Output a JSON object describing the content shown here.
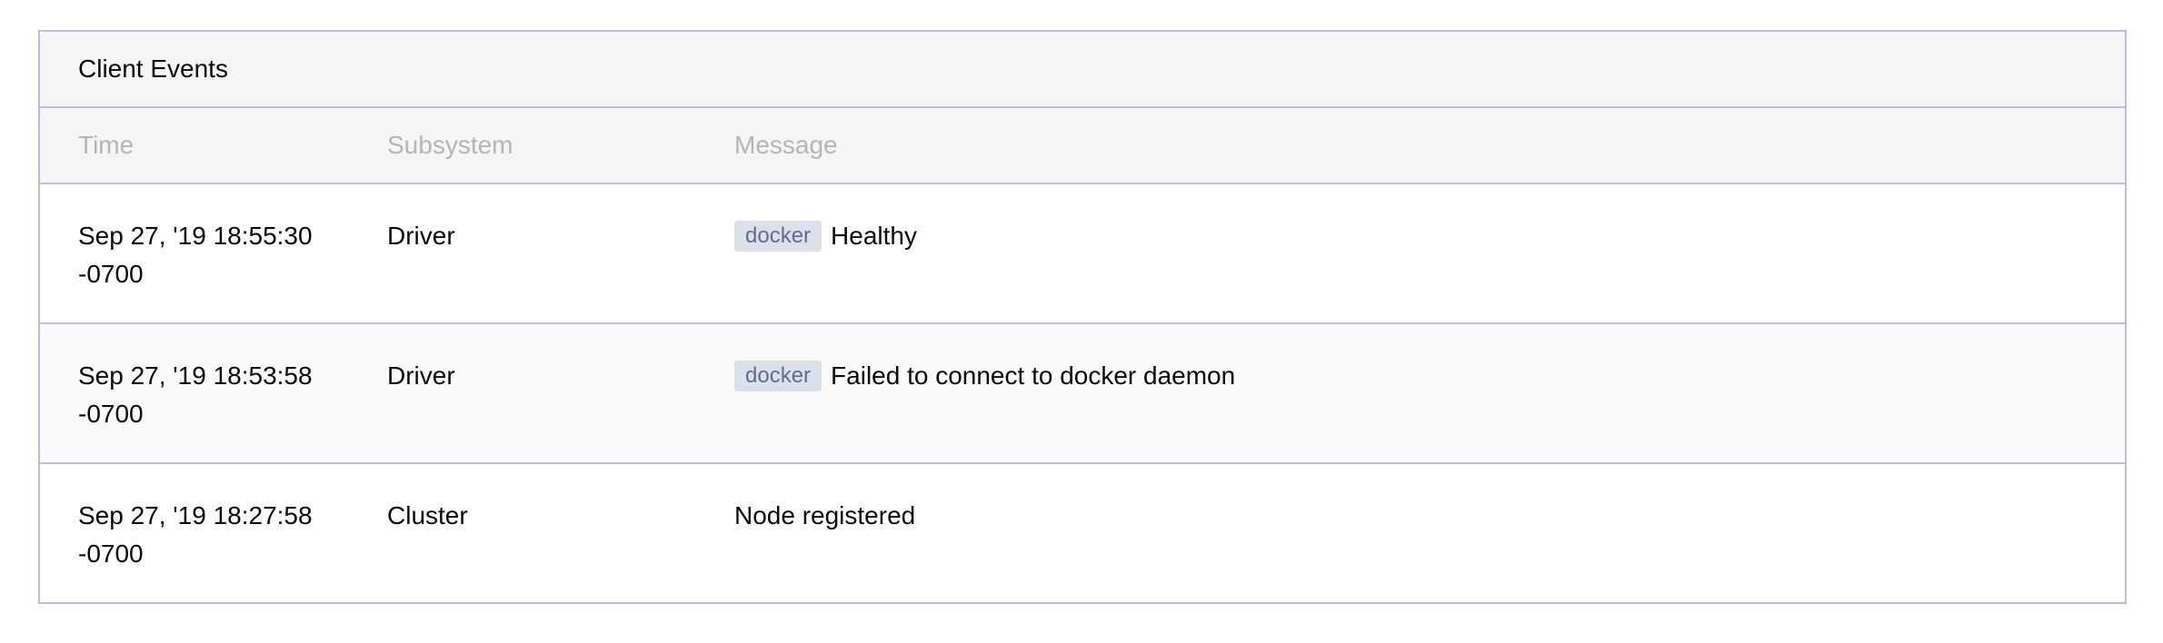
{
  "panel": {
    "title": "Client Events"
  },
  "table": {
    "headers": {
      "time": "Time",
      "subsystem": "Subsystem",
      "message": "Message"
    },
    "rows": [
      {
        "time_date": "Sep 27, '19 18:55:30",
        "time_offset": "-0700",
        "subsystem": "Driver",
        "tag": "docker",
        "message": "Healthy"
      },
      {
        "time_date": "Sep 27, '19 18:53:58",
        "time_offset": "-0700",
        "subsystem": "Driver",
        "tag": "docker",
        "message": "Failed to connect to docker daemon"
      },
      {
        "time_date": "Sep 27, '19 18:27:58",
        "time_offset": "-0700",
        "subsystem": "Cluster",
        "tag": "",
        "message": "Node registered"
      }
    ]
  },
  "colors": {
    "border": "#b7c2d6",
    "header_bg": "#f5f5f5",
    "alt_row_bg": "#fafafa",
    "muted_text": "#b5b5b5",
    "tag_bg": "#dbe0ea",
    "tag_text": "#5e6e8c"
  }
}
